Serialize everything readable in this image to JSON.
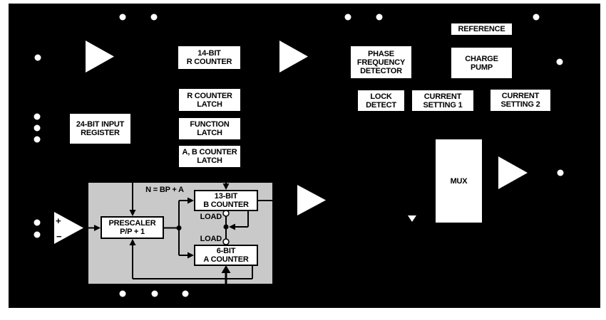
{
  "colors": {
    "page_bg": "#ffffff",
    "canvas_bg": "#000000",
    "module_bg": "#c9c9c9",
    "block_bg": "#ffffff",
    "block_text": "#000000"
  },
  "blocks": {
    "r_counter": {
      "label": "14-BIT\nR COUNTER"
    },
    "r_counter_latch": {
      "label": "R COUNTER\nLATCH"
    },
    "function_latch": {
      "label": "FUNCTION\nLATCH"
    },
    "ab_counter_latch": {
      "label": "A, B COUNTER\nLATCH"
    },
    "input_register": {
      "label": "24-BIT INPUT\nREGISTER"
    },
    "phase_frequency_detector": {
      "label": "PHASE\nFREQUENCY\nDETECTOR"
    },
    "reference": {
      "label": "REFERENCE"
    },
    "charge_pump": {
      "label": "CHARGE\nPUMP"
    },
    "lock_detect": {
      "label": "LOCK\nDETECT"
    },
    "current_setting_1": {
      "label": "CURRENT\nSETTING 1"
    },
    "current_setting_2": {
      "label": "CURRENT\nSETTING 2"
    },
    "mux": {
      "label": "MUX"
    },
    "prescaler": {
      "label": "PRESCALER\nP/P + 1"
    },
    "b_counter": {
      "label": "13-BIT\nB COUNTER"
    },
    "a_counter": {
      "label": "6-BIT\nA COUNTER"
    }
  },
  "annotations": {
    "n_formula": "N = BP + A",
    "load_top": "LOAD",
    "load_bottom": "LOAD",
    "comparator_plus": "+",
    "comparator_minus": "−"
  }
}
